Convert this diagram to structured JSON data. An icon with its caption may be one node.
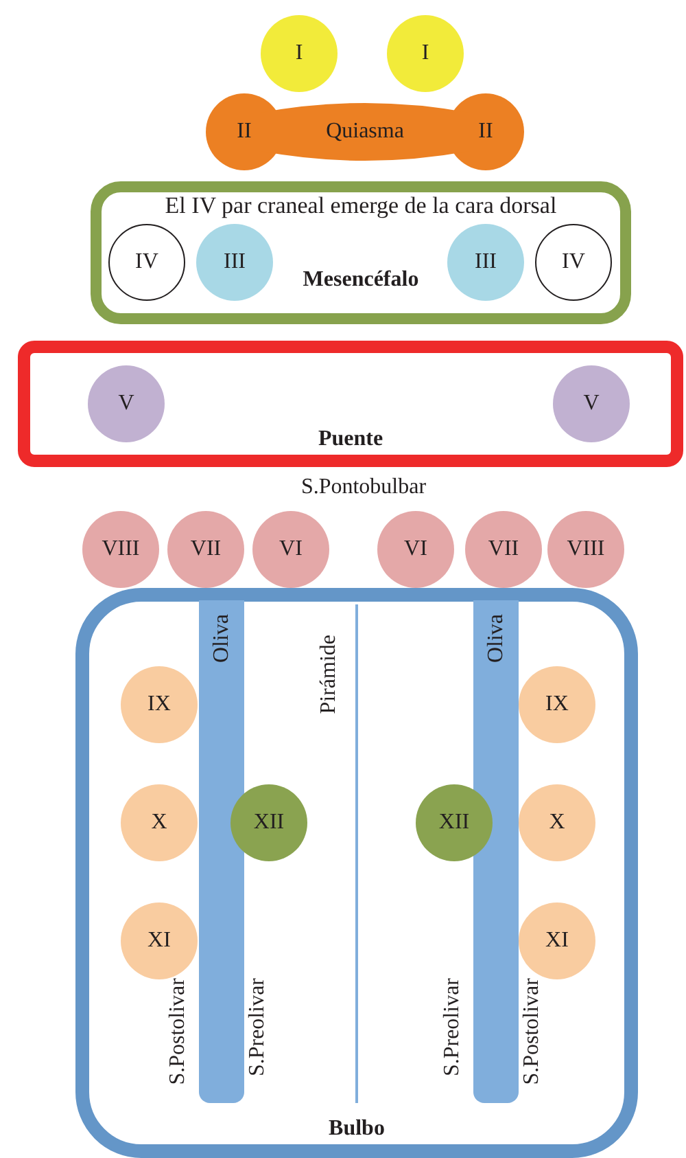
{
  "diagram": {
    "nodes": [
      {
        "text": [
          "I"
        ]
      },
      {
        "text": [
          "I"
        ]
      },
      {
        "text": [
          "II",
          "Quiasma",
          "II"
        ]
      },
      {
        "text": [
          "El IV par craneal emerge de la cara dorsal",
          "Mesencéfalo"
        ]
      },
      {
        "text": [
          "IV"
        ],
        "in": 3
      },
      {
        "text": [
          "III"
        ],
        "in": 3
      },
      {
        "text": [
          "III"
        ],
        "in": 3
      },
      {
        "text": [
          "IV"
        ],
        "in": 3
      },
      {
        "text": [
          "Puente"
        ]
      },
      {
        "text": [
          "V"
        ],
        "in": 8
      },
      {
        "text": [
          "V"
        ],
        "in": 8
      },
      {
        "text": [
          "VIII"
        ]
      },
      {
        "text": [
          "VII"
        ]
      },
      {
        "text": [
          "VI"
        ]
      },
      {
        "text": [
          "VI"
        ]
      },
      {
        "text": [
          "VII"
        ]
      },
      {
        "text": [
          "VIII"
        ]
      },
      {
        "text": [
          "Bulbo"
        ]
      },
      {
        "text": [
          "Oliva"
        ],
        "in": 17
      },
      {
        "text": [
          "Oliva"
        ],
        "in": 17
      },
      {
        "text": [
          "IX"
        ],
        "in": 17
      },
      {
        "text": [
          "X"
        ],
        "in": 17
      },
      {
        "text": [
          "XI"
        ],
        "in": 17
      },
      {
        "text": [
          "XII"
        ],
        "in": 17
      },
      {
        "text": [
          "XII"
        ],
        "in": 17
      },
      {
        "text": [
          "IX"
        ],
        "in": 17
      },
      {
        "text": [
          "X"
        ],
        "in": 17
      },
      {
        "text": [
          "XI"
        ],
        "in": 17
      }
    ],
    "labels": [
      "S.Pontobulbar",
      "Pirámide",
      "S.Postolivar",
      "S.Preolivar",
      "S.Preolivar",
      "S.Postolivar"
    ]
  }
}
